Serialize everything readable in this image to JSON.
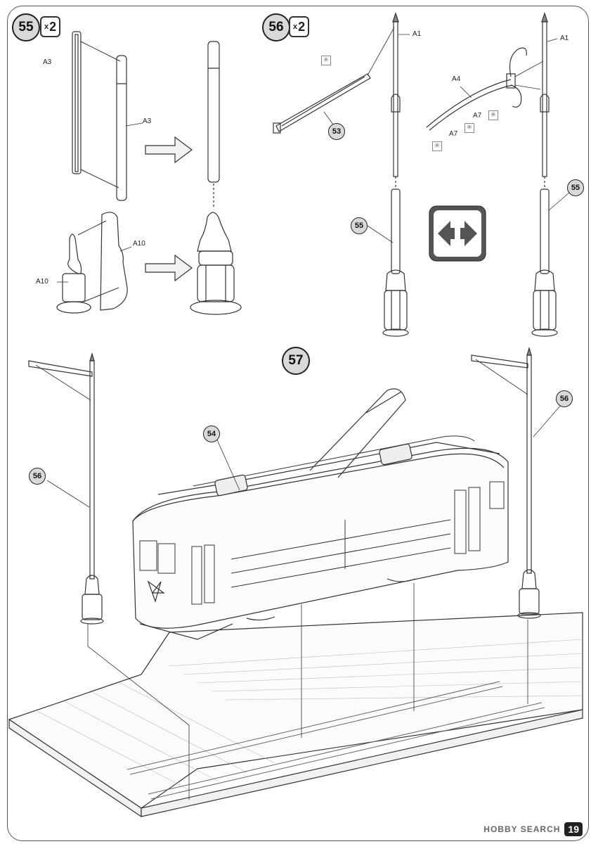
{
  "steps": {
    "s55": {
      "number": "55",
      "multiplier": "2"
    },
    "s56": {
      "number": "56",
      "multiplier": "2"
    },
    "s57": {
      "number": "57"
    }
  },
  "part_labels": {
    "a3_left": "A3",
    "a3_right": "A3",
    "a10_left": "A10",
    "a10_right": "A10",
    "a1_first": "A1",
    "a1_second": "A1",
    "a4": "A4",
    "a7_upper": "A7",
    "a7_lower": "A7"
  },
  "callouts": {
    "c53": "53",
    "c55_left": "55",
    "c55_right": "55",
    "c54": "54",
    "c56_left": "56",
    "c56_right": "56"
  },
  "glue_symbol": "✳",
  "footer": {
    "watermark": "HOBBY SEARCH",
    "page_number": "19"
  }
}
